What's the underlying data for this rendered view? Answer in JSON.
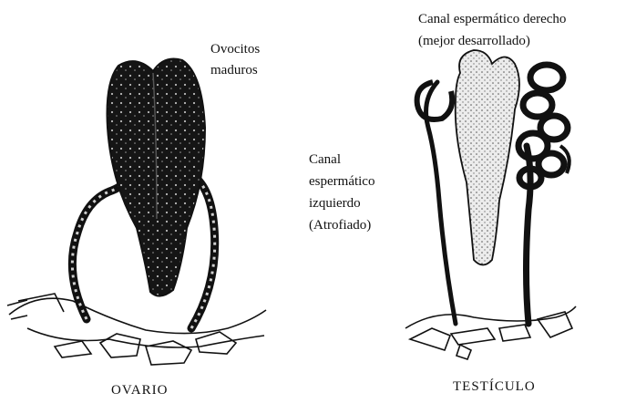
{
  "labels": {
    "ovocitos_line1": "Ovocitos",
    "ovocitos_line2": "maduros",
    "canal_derecho_line1": "Canal espermático derecho",
    "canal_derecho_line2": "(mejor desarrollado)",
    "canal_izquierdo_line1": "Canal",
    "canal_izquierdo_line2": "espermático",
    "canal_izquierdo_line3": "izquierdo",
    "canal_izquierdo_line4": "(Atrofiado)"
  },
  "captions": {
    "ovario": "OVARIO",
    "testiculo": "TESTÍCULO"
  },
  "colors": {
    "ink": "#111111",
    "background": "#ffffff",
    "stipple": "#e6e6e6"
  }
}
